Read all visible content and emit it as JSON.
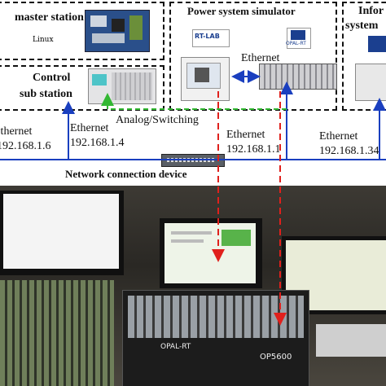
{
  "boxes": {
    "master": {
      "title": "master station",
      "os_label": "Linux"
    },
    "control": {
      "title_line1": "Control",
      "title_line2": "sub station"
    },
    "simulator": {
      "title": "Power system simulator",
      "logo_left": "RT-LAB",
      "logo_right": "OPAL-RT",
      "ethernet": "Ethernet"
    },
    "info": {
      "title_line1": "Infor",
      "title_line2": "system"
    }
  },
  "labels": {
    "analog_switching": "Analog/Switching",
    "network_device": "Network connection device"
  },
  "links": [
    {
      "name": "Ethernet",
      "ip": "192.168.1.6"
    },
    {
      "name": "Ethernet",
      "ip": "192.168.1.4"
    },
    {
      "name": "Ethernet",
      "ip": "192.168.1.1"
    },
    {
      "name": "Ethernet",
      "ip": "192.168.1.34"
    }
  ],
  "photo": {
    "rack_brand": "OPAL-RT",
    "rack_model": "OP5600"
  },
  "colors": {
    "blue_link": "#1a3fbf",
    "red_dash": "#e0201c",
    "green_dash": "#33b833"
  }
}
